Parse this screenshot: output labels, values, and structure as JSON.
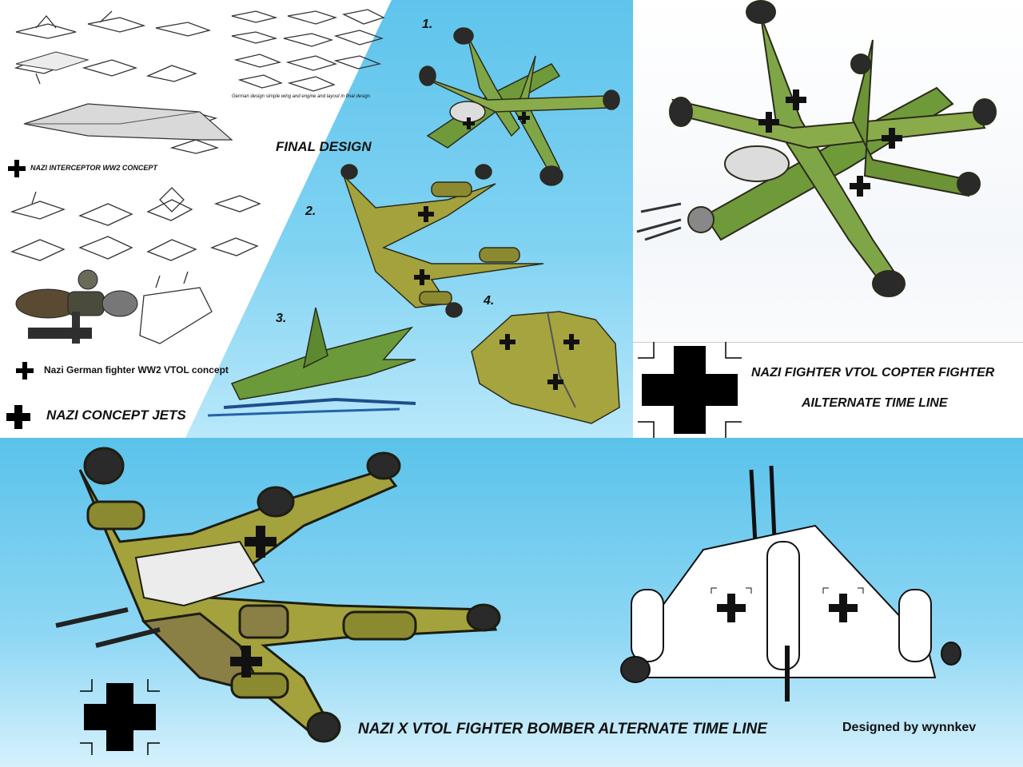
{
  "colors": {
    "sky_top": "#5fc4ec",
    "sky_bottom": "#b9e8fa",
    "camo_green": "#6f9a3a",
    "olive": "#a4a23c",
    "ink": "#111111"
  },
  "top_left_panel": {
    "interceptor_caption": "NAZI INTERCEPTOR WW2 CONCEPT",
    "sketch_caption": "German design simple wing and engine and layout in final design",
    "vtol_caption": "Nazi German fighter WW2  VTOL concept",
    "title": "NAZI CONCEPT JETS"
  },
  "final_design": {
    "title": "FINAL    DESIGN",
    "numbers": [
      "1.",
      "2.",
      "3.",
      "4."
    ]
  },
  "top_right_panel": {
    "title_line1": "NAZI FIGHTER VTOL COPTER FIGHTER",
    "title_line2": "AILTERNATE TIME LINE"
  },
  "bottom_panel": {
    "title": "NAZI X VTOL FIGHTER BOMBER ALTERNATE TIME LINE",
    "credit": "Designed by wynnkev"
  },
  "icons": [
    "balkenkreuz-icon"
  ]
}
